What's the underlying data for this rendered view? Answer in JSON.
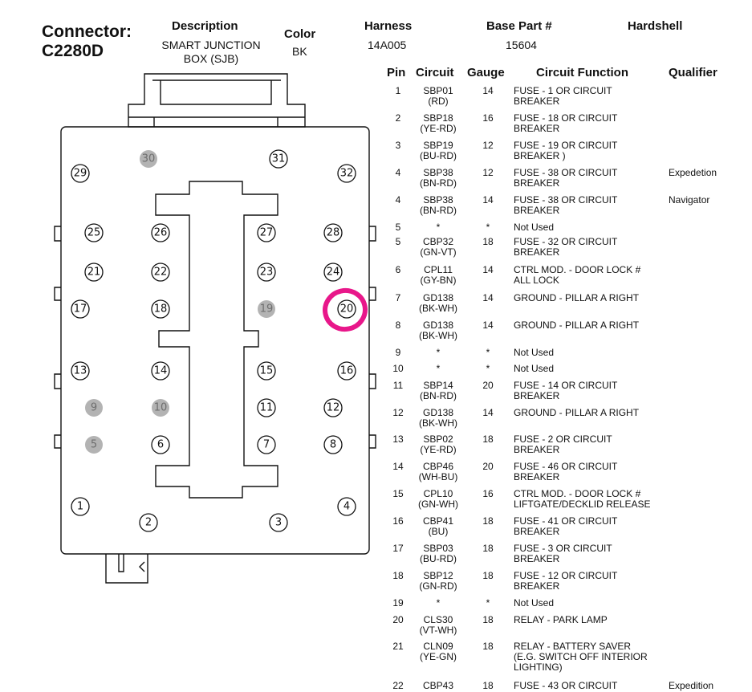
{
  "connector": {
    "label": "Connector:",
    "id": "C2280D"
  },
  "description": {
    "label": "Description",
    "value_line1": "SMART JUNCTION",
    "value_line2": "BOX (SJB)"
  },
  "color": {
    "label": "Color",
    "value": "BK"
  },
  "harness": {
    "label": "Harness",
    "value": "14A005"
  },
  "base_part": {
    "label": "Base Part #",
    "value": "15604"
  },
  "hardshell": {
    "label": "Hardshell"
  },
  "table": {
    "headers": {
      "pin": "Pin",
      "circuit": "Circuit",
      "gauge": "Gauge",
      "function": "Circuit Function",
      "qualifier": "Qualifier"
    },
    "rows": [
      {
        "pin": "1",
        "circuit": "SBP01",
        "color": "(RD)",
        "gauge": "14",
        "func1": "FUSE - 1 OR CIRCUIT",
        "func2": "BREAKER",
        "func3": "",
        "qualifier": ""
      },
      {
        "pin": "2",
        "circuit": "SBP18",
        "color": "(YE-RD)",
        "gauge": "16",
        "func1": "FUSE - 18 OR CIRCUIT",
        "func2": "BREAKER",
        "func3": "",
        "qualifier": ""
      },
      {
        "pin": "3",
        "circuit": "SBP19",
        "color": "(BU-RD)",
        "gauge": "12",
        "func1": "FUSE - 19 OR CIRCUIT",
        "func2": "BREAKER )",
        "func3": "",
        "qualifier": ""
      },
      {
        "pin": "4",
        "circuit": "SBP38",
        "color": "(BN-RD)",
        "gauge": "12",
        "func1": "FUSE - 38 OR CIRCUIT",
        "func2": "BREAKER",
        "func3": "",
        "qualifier": "Expedetion"
      },
      {
        "pin": "4",
        "circuit": "SBP38",
        "color": "(BN-RD)",
        "gauge": "14",
        "func1": "FUSE - 38 OR CIRCUIT",
        "func2": "BREAKER",
        "func3": "",
        "qualifier": "Navigator"
      },
      {
        "pin": "5",
        "circuit": "*",
        "color": "",
        "gauge": "*",
        "func1": "Not Used",
        "func2": "",
        "func3": "",
        "qualifier": ""
      },
      {
        "pin": "5",
        "circuit": "CBP32",
        "color": "(GN-VT)",
        "gauge": "18",
        "func1": "FUSE - 32 OR CIRCUIT",
        "func2": "BREAKER",
        "func3": "",
        "qualifier": ""
      },
      {
        "pin": "6",
        "circuit": "CPL11",
        "color": "(GY-BN)",
        "gauge": "14",
        "func1": "CTRL MOD. - DOOR LOCK #",
        "func2": "ALL LOCK",
        "func3": "",
        "qualifier": ""
      },
      {
        "pin": "7",
        "circuit": "GD138",
        "color": "(BK-WH)",
        "gauge": "14",
        "func1": "GROUND - PILLAR A RIGHT",
        "func2": "",
        "func3": "",
        "qualifier": ""
      },
      {
        "pin": "8",
        "circuit": "GD138",
        "color": "(BK-WH)",
        "gauge": "14",
        "func1": "GROUND - PILLAR A RIGHT",
        "func2": "",
        "func3": "",
        "qualifier": ""
      },
      {
        "pin": "9",
        "circuit": "*",
        "color": "",
        "gauge": "*",
        "func1": "Not Used",
        "func2": "",
        "func3": "",
        "qualifier": ""
      },
      {
        "pin": "10",
        "circuit": "*",
        "color": "",
        "gauge": "*",
        "func1": "Not Used",
        "func2": "",
        "func3": "",
        "qualifier": ""
      },
      {
        "pin": "11",
        "circuit": "SBP14",
        "color": "(BN-RD)",
        "gauge": "20",
        "func1": "FUSE - 14 OR CIRCUIT",
        "func2": "BREAKER",
        "func3": "",
        "qualifier": ""
      },
      {
        "pin": "12",
        "circuit": "GD138",
        "color": "(BK-WH)",
        "gauge": "14",
        "func1": "GROUND - PILLAR A RIGHT",
        "func2": "",
        "func3": "",
        "qualifier": ""
      },
      {
        "pin": "13",
        "circuit": "SBP02",
        "color": "(YE-RD)",
        "gauge": "18",
        "func1": "FUSE - 2 OR CIRCUIT",
        "func2": "BREAKER",
        "func3": "",
        "qualifier": ""
      },
      {
        "pin": "14",
        "circuit": "CBP46",
        "color": "(WH-BU)",
        "gauge": "20",
        "func1": "FUSE - 46 OR CIRCUIT",
        "func2": "BREAKER",
        "func3": "",
        "qualifier": ""
      },
      {
        "pin": "15",
        "circuit": "CPL10",
        "color": "(GN-WH)",
        "gauge": "16",
        "func1": "CTRL MOD. - DOOR LOCK #",
        "func2": "LIFTGATE/DECKLID RELEASE",
        "func3": "",
        "qualifier": ""
      },
      {
        "pin": "16",
        "circuit": "CBP41",
        "color": "(BU)",
        "gauge": "18",
        "func1": "FUSE - 41 OR CIRCUIT",
        "func2": "BREAKER",
        "func3": "",
        "qualifier": ""
      },
      {
        "pin": "17",
        "circuit": "SBP03",
        "color": "(BU-RD)",
        "gauge": "18",
        "func1": "FUSE - 3 OR CIRCUIT",
        "func2": "BREAKER",
        "func3": "",
        "qualifier": ""
      },
      {
        "pin": "18",
        "circuit": "SBP12",
        "color": "(GN-RD)",
        "gauge": "18",
        "func1": "FUSE - 12 OR CIRCUIT",
        "func2": "BREAKER",
        "func3": "",
        "qualifier": ""
      },
      {
        "pin": "19",
        "circuit": "*",
        "color": "",
        "gauge": "*",
        "func1": "Not Used",
        "func2": "",
        "func3": "",
        "qualifier": ""
      },
      {
        "pin": "20",
        "circuit": "CLS30",
        "color": "(VT-WH)",
        "gauge": "18",
        "func1": "RELAY - PARK LAMP",
        "func2": "",
        "func3": "",
        "qualifier": ""
      },
      {
        "pin": "21",
        "circuit": "CLN09",
        "color": "(YE-GN)",
        "gauge": "18",
        "func1": "RELAY - BATTERY SAVER",
        "func2": "(E.G. SWITCH OFF INTERIOR",
        "func3": "LIGHTING)",
        "qualifier": ""
      },
      {
        "pin": "22",
        "circuit": "CBP43",
        "color": "",
        "gauge": "18",
        "func1": "FUSE - 43 OR CIRCUIT",
        "func2": "",
        "func3": "",
        "qualifier": "Expedition"
      }
    ]
  },
  "pins": [
    {
      "n": "1",
      "unused": false
    },
    {
      "n": "2",
      "unused": false
    },
    {
      "n": "3",
      "unused": false
    },
    {
      "n": "4",
      "unused": false
    },
    {
      "n": "5",
      "unused": true
    },
    {
      "n": "6",
      "unused": false
    },
    {
      "n": "7",
      "unused": false
    },
    {
      "n": "8",
      "unused": false
    },
    {
      "n": "9",
      "unused": true
    },
    {
      "n": "10",
      "unused": true
    },
    {
      "n": "11",
      "unused": false
    },
    {
      "n": "12",
      "unused": false
    },
    {
      "n": "13",
      "unused": false
    },
    {
      "n": "14",
      "unused": false
    },
    {
      "n": "15",
      "unused": false
    },
    {
      "n": "16",
      "unused": false
    },
    {
      "n": "17",
      "unused": false
    },
    {
      "n": "18",
      "unused": false
    },
    {
      "n": "19",
      "unused": true
    },
    {
      "n": "20",
      "unused": false
    },
    {
      "n": "21",
      "unused": false
    },
    {
      "n": "22",
      "unused": false
    },
    {
      "n": "23",
      "unused": false
    },
    {
      "n": "24",
      "unused": false
    },
    {
      "n": "25",
      "unused": false
    },
    {
      "n": "26",
      "unused": false
    },
    {
      "n": "27",
      "unused": false
    },
    {
      "n": "28",
      "unused": false
    },
    {
      "n": "29",
      "unused": false
    },
    {
      "n": "30",
      "unused": true
    },
    {
      "n": "31",
      "unused": false
    },
    {
      "n": "32",
      "unused": false
    }
  ],
  "highlight": {
    "pin": "20",
    "color": "#e8178a"
  }
}
